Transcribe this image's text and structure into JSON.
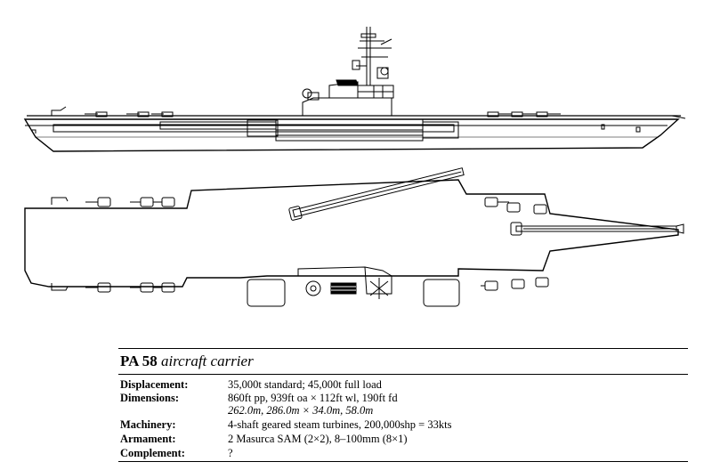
{
  "title": {
    "designation": "PA 58",
    "type": "aircraft carrier"
  },
  "specs": [
    {
      "label": "Displacement:",
      "value": "35,000t standard; 45,000t full load",
      "metric": ""
    },
    {
      "label": "Dimensions:",
      "value": "860ft pp, 939ft oa × 112ft wl, 190ft fd",
      "metric": "262.0m, 286.0m × 34.0m, 58.0m"
    },
    {
      "label": "Machinery:",
      "value": "4-shaft geared steam turbines, 200,000shp = 33kts",
      "metric": ""
    },
    {
      "label": "Armament:",
      "value": "2 Masurca SAM (2×2), 8–100mm (8×1)",
      "metric": ""
    },
    {
      "label": "Complement:",
      "value": "?",
      "metric": ""
    }
  ]
}
